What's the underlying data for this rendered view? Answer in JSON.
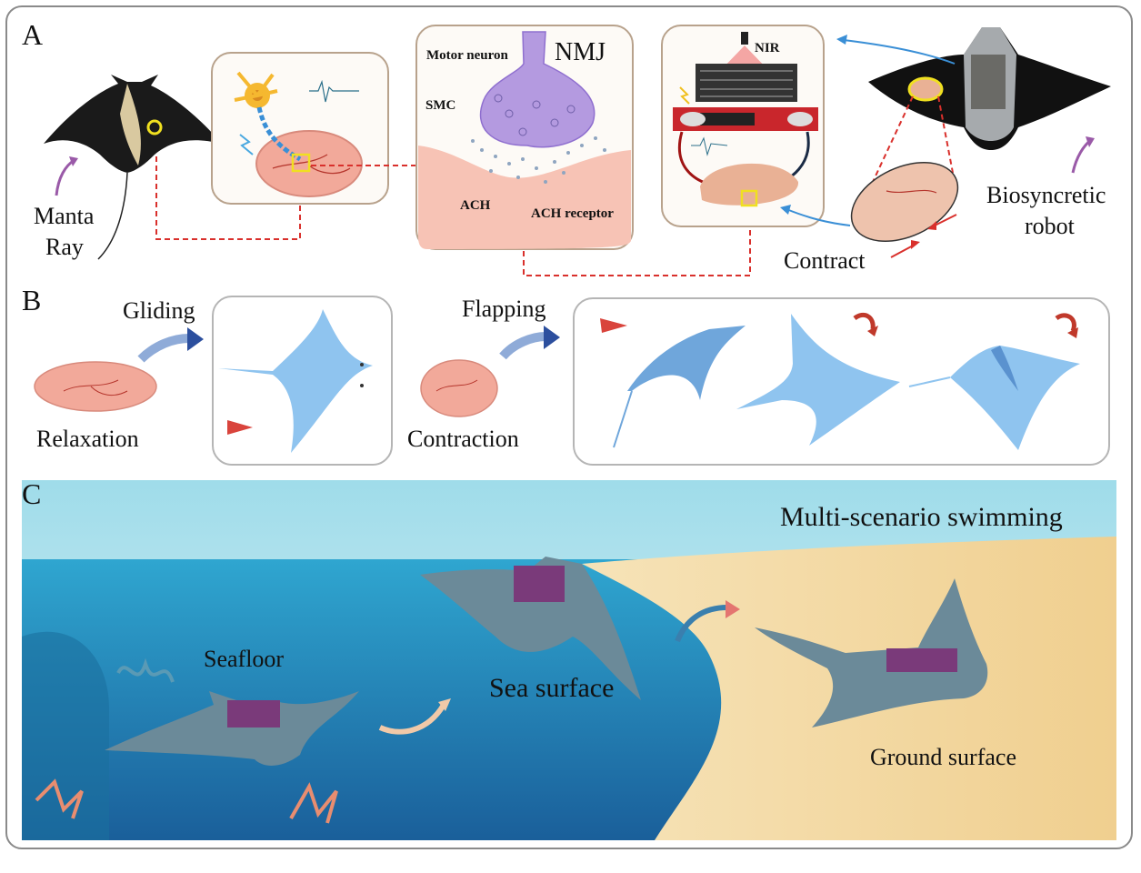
{
  "panels": {
    "a": "A",
    "b": "B",
    "c": "C"
  },
  "panelA": {
    "manta_label_1": "Manta",
    "manta_label_2": "Ray",
    "motor_neuron": "Motor neuron",
    "nmj": "NMJ",
    "smc": "SMC",
    "ach": "ACH",
    "ach_receptor": "ACH receptor",
    "nir": "NIR",
    "contract": "Contract",
    "robot_1": "Biosyncretic",
    "robot_2": "robot"
  },
  "panelB": {
    "gliding": "Gliding",
    "relaxation": "Relaxation",
    "flapping": "Flapping",
    "contraction": "Contraction"
  },
  "panelC": {
    "title": "Multi-scenario swimming",
    "seafloor": "Seafloor",
    "sea_surface": "Sea surface",
    "ground_surface": "Ground surface"
  },
  "colors": {
    "frame": "#8a8a8a",
    "dashed_link": "#d9302c",
    "tissue": "#f2a99a",
    "manta_blue": "#8fc4ef",
    "sea": "#2a8fc2",
    "sand": "#f1d7a3",
    "arrow_blue": "#2c4f9e",
    "arrow_red": "#d9443c"
  }
}
